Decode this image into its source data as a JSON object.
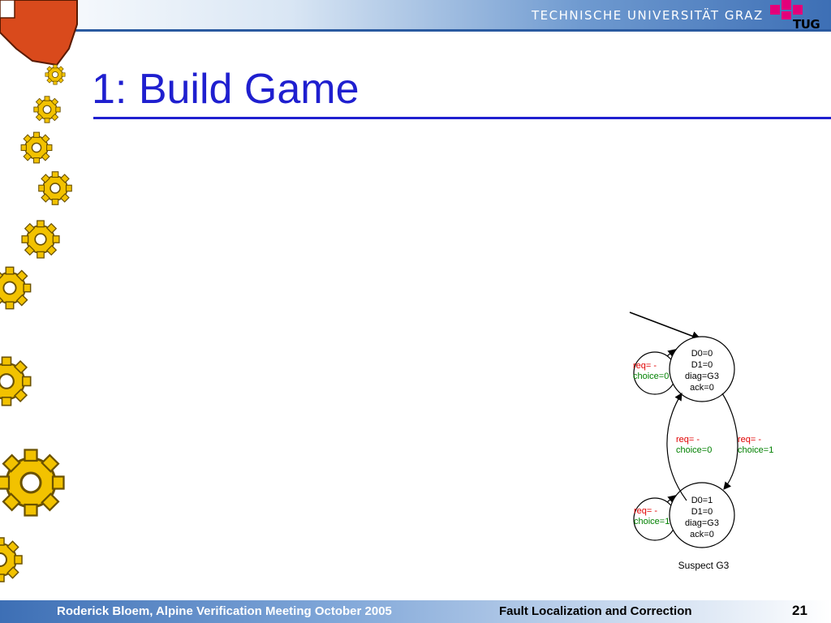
{
  "header": {
    "university": "TECHNISCHE UNIVERSITÄT GRAZ",
    "logo_text": "TUG",
    "logo_color": "#e3007a"
  },
  "slide": {
    "title": "1: Build Game"
  },
  "diagram": {
    "state_top": [
      "D0=0",
      "D1=0",
      "diag=G3",
      "ack=0"
    ],
    "state_bottom": [
      "D0=1",
      "D1=0",
      "diag=G3",
      "ack=0"
    ],
    "loop_top": {
      "req": "req= -",
      "choice": "choice=0"
    },
    "loop_bottom": {
      "req": "req= -",
      "choice": "choice=1"
    },
    "edge_left": {
      "req": "req= -",
      "choice": "choice=0"
    },
    "edge_right": {
      "req": "req= -",
      "choice": "choice=1"
    },
    "caption": "Suspect G3",
    "colors": {
      "req": "#e00000",
      "choice": "#008000"
    }
  },
  "footer": {
    "author": "Roderick Bloem, Alpine Verification Meeting October 2005",
    "topic": "Fault Localization and Correction",
    "page": "21"
  }
}
